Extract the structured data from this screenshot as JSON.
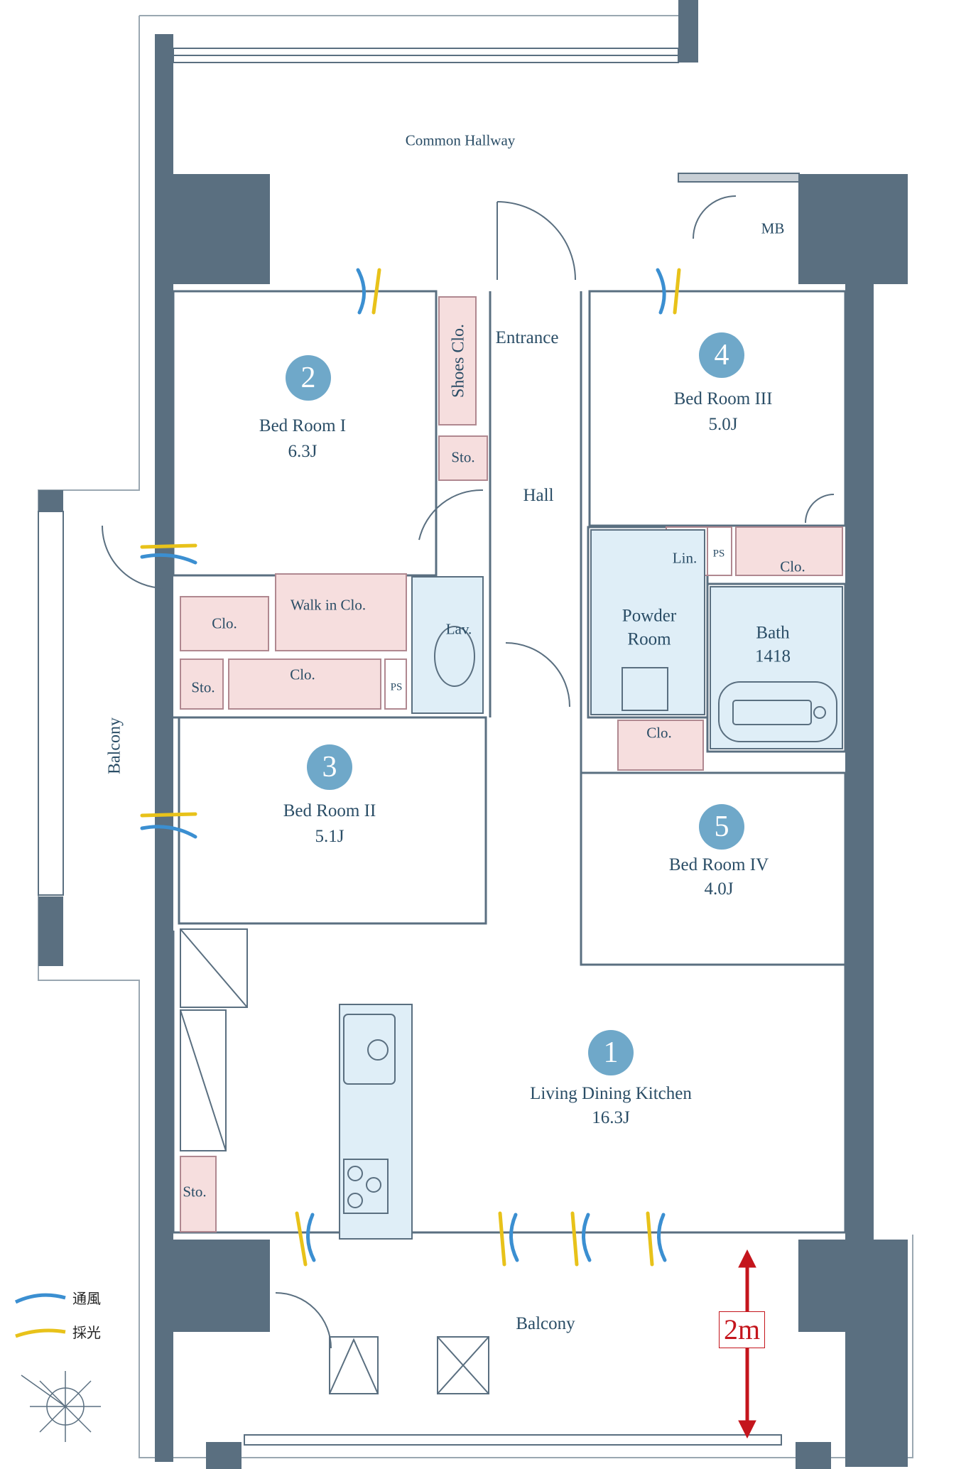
{
  "rooms": [
    {
      "id": "ldk",
      "number": "1",
      "name": "Living Dining Kitchen",
      "size": "16.3J"
    },
    {
      "id": "br1",
      "number": "2",
      "name": "Bed Room I",
      "size": "6.3J"
    },
    {
      "id": "br2",
      "number": "3",
      "name": "Bed Room II",
      "size": "5.1J"
    },
    {
      "id": "br3",
      "number": "4",
      "name": "Bed Room III",
      "size": "5.0J"
    },
    {
      "id": "br4",
      "number": "5",
      "name": "Bed Room IV",
      "size": "4.0J"
    }
  ],
  "labels": {
    "common_hallway": "Common Hallway",
    "mb": "MB",
    "entrance": "Entrance",
    "shoes_clo": "Shoes Clo.",
    "hall": "Hall",
    "sto": "Sto.",
    "walk_in_clo": "Walk in Clo.",
    "clo": "Clo.",
    "lav": "Lav.",
    "ps": "PS",
    "lin": "Lin.",
    "powder_room": "Powder\nRoom",
    "bath": "Bath\n1418",
    "balcony": "Balcony"
  },
  "legend": [
    {
      "label": "通風",
      "color": "#3b8fd1"
    },
    {
      "label": "採光",
      "color": "#e8c21a"
    }
  ],
  "dimension": {
    "label": "2m",
    "color": "#c4151c"
  },
  "colors": {
    "wall": "#5a6f80",
    "closet": "#f6dede",
    "wet": "#dfeef7",
    "room_number": "#6fa8c9",
    "text": "#2a4d66"
  }
}
